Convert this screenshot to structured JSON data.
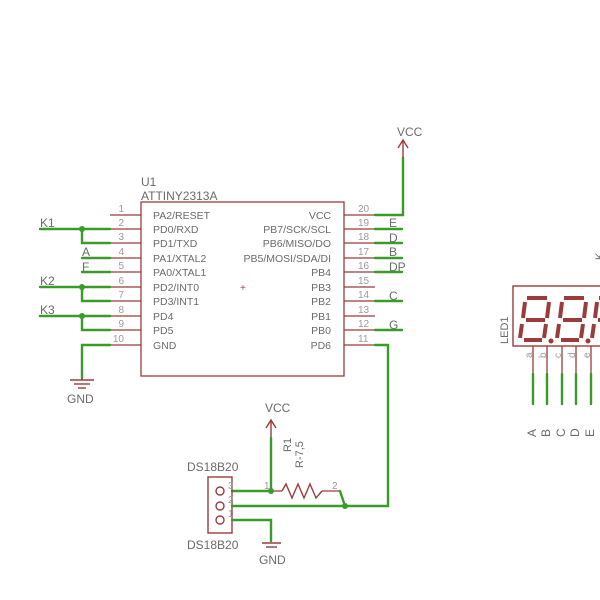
{
  "ic": {
    "ref": "U1",
    "value": "ATTINY2313A",
    "left_pins": [
      {
        "num": "1",
        "name": "PA2/RESET"
      },
      {
        "num": "2",
        "name": "PD0/RXD"
      },
      {
        "num": "3",
        "name": "PD1/TXD"
      },
      {
        "num": "4",
        "name": "PA1/XTAL2"
      },
      {
        "num": "5",
        "name": "PA0/XTAL1"
      },
      {
        "num": "6",
        "name": "PD2/INT0"
      },
      {
        "num": "7",
        "name": "PD3/INT1"
      },
      {
        "num": "8",
        "name": "PD4"
      },
      {
        "num": "9",
        "name": "PD5"
      },
      {
        "num": "10",
        "name": "GND"
      }
    ],
    "right_pins": [
      {
        "num": "20",
        "name": "VCC"
      },
      {
        "num": "19",
        "name": "PB7/SCK/SCL"
      },
      {
        "num": "18",
        "name": "PB6/MISO/DO"
      },
      {
        "num": "17",
        "name": "PB5/MOSI/SDA/DI"
      },
      {
        "num": "16",
        "name": "PB4"
      },
      {
        "num": "15",
        "name": "PB3"
      },
      {
        "num": "14",
        "name": "PB2"
      },
      {
        "num": "13",
        "name": "PB1"
      },
      {
        "num": "12",
        "name": "PB0"
      },
      {
        "num": "11",
        "name": "PD6"
      }
    ]
  },
  "nets": {
    "k1": "K1",
    "a": "A",
    "f": "F",
    "k2": "K2",
    "k3": "K3",
    "e": "E",
    "d": "D",
    "b": "B",
    "dp": "DP",
    "c": "C",
    "g": "G",
    "vcc_top": "VCC",
    "vcc_r": "VCC",
    "gnd_ic": "GND",
    "gnd_sensor": "GND"
  },
  "resistor": {
    "ref": "R1",
    "value": "R-7,5",
    "pin1": "1",
    "pin2": "2"
  },
  "sensor": {
    "name_top": "DS18B20",
    "name_bottom": "DS18B20",
    "pins": [
      "3",
      "2",
      "1"
    ]
  },
  "led": {
    "ref": "LED1",
    "segment_labels": [
      "A",
      "B",
      "C",
      "D",
      "E"
    ],
    "pin_labels": [
      "a",
      "b",
      "c",
      "d",
      "e"
    ],
    "partial_label": "K"
  },
  "colors": {
    "symbol": "#9b3b3b",
    "net": "#3a9a2a",
    "text": "#6b6b6b",
    "pin_number": "#9b9b9b"
  }
}
